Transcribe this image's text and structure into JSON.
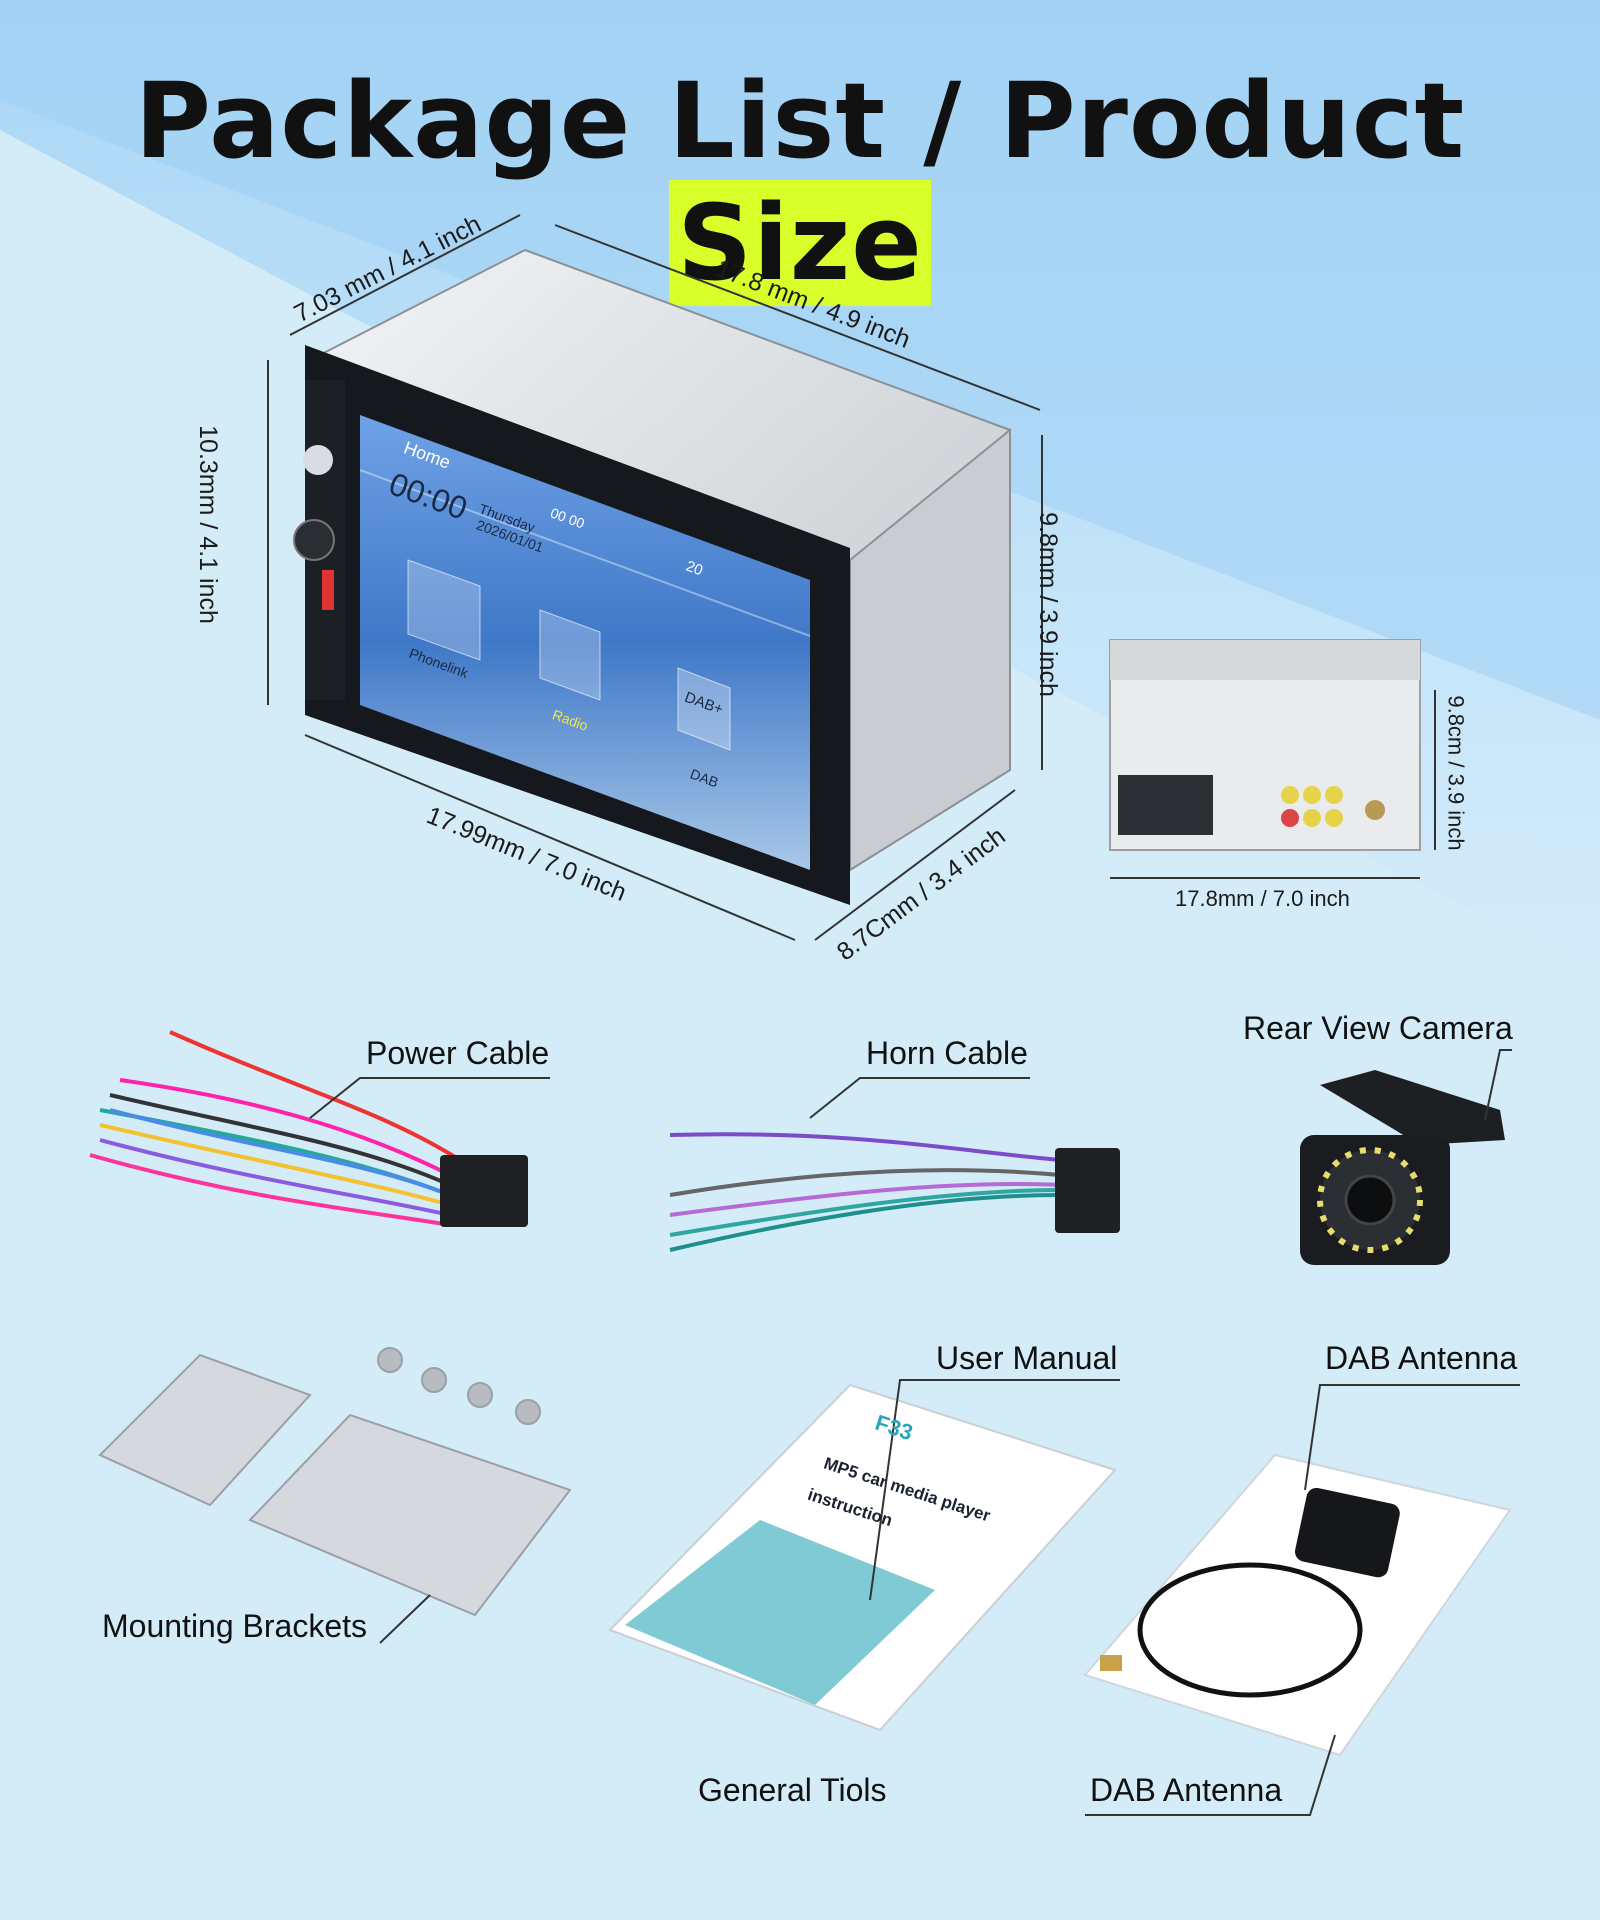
{
  "title": {
    "main": "Package List / Product ",
    "highlight": "Size"
  },
  "dimensions": {
    "depth_top": "7.03 mm / 4.1 inch",
    "width_top": "17.8 mm / 4.9 inch",
    "height_left": "10.3mm / 4.1 inch",
    "height_right": "9.8mm / 3.9 inch",
    "width_bottom": "17.99mm / 7.0 inch",
    "depth_bottom": "8.7Cmm / 3.4 inch",
    "rear_height": "9.8cm / 3.9 inch",
    "rear_width": "17.8mm / 7.0 inch"
  },
  "screen": {
    "home": "Home",
    "time": "00:00",
    "day": "Thursday",
    "date": "2026/01/01",
    "clock_small": "00  00",
    "volume": "20",
    "apps": [
      "Phonelink",
      "Radio",
      "DAB"
    ],
    "dab_badge": "DAB+"
  },
  "items": {
    "power_cable": "Power Cable",
    "horn_cable": "Horn Cable",
    "rear_camera": "Rear View Camera",
    "mounting_brackets": "Mounting Brackets",
    "user_manual": "User Manual",
    "dab_antenna_top": "DAB Antenna",
    "general_tools": "General Tiols",
    "dab_antenna_bottom": "DAB Antenna"
  },
  "manual": {
    "brand": "F33",
    "line1": "MP5 car media player",
    "line2": "instruction"
  },
  "colors": {
    "highlight": "#d9ff2a",
    "screen_blue": "#3f78c8"
  }
}
